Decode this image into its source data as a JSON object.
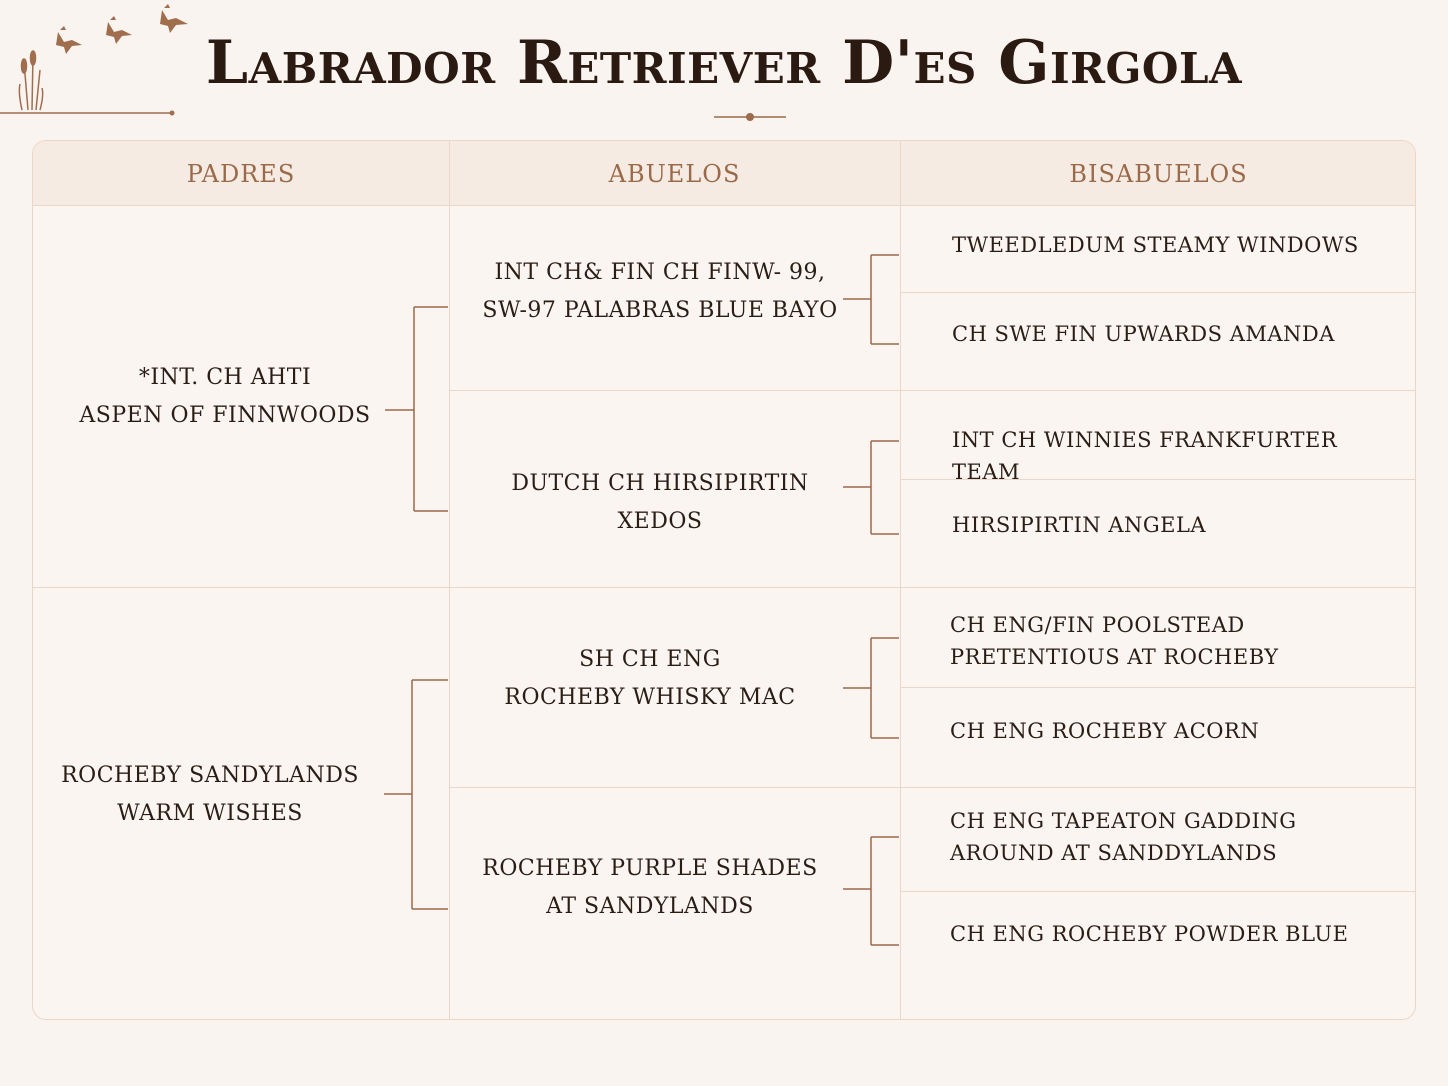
{
  "title": "Labrador Retriever D'es Girgola",
  "headers": {
    "padres": "PADRES",
    "abuelos": "ABUELOS",
    "bisabuelos": "BISABUELOS"
  },
  "padres": [
    {
      "name": "*INT. CH AHTI\nASPEN OF FINNWOODS"
    },
    {
      "name": "ROCHEBY SANDYLANDS\nWARM WISHES"
    }
  ],
  "abuelos": [
    {
      "name": "INT CH& FIN CH FINW- 99,\nSW-97 PALABRAS BLUE BAYO"
    },
    {
      "name": "DUTCH CH HIRSIPIRTIN XEDOS"
    },
    {
      "name": "SH CH ENG\nROCHEBY WHISKY MAC"
    },
    {
      "name": "ROCHEBY PURPLE SHADES\nAT SANDYLANDS"
    }
  ],
  "bisabuelos": [
    {
      "name": "TWEEDLEDUM STEAMY WINDOWS"
    },
    {
      "name": "CH SWE FIN UPWARDS AMANDA"
    },
    {
      "name": "INT CH WINNIES FRANKFURTER TEAM"
    },
    {
      "name": "HIRSIPIRTIN ANGELA"
    },
    {
      "name": "CH ENG/FIN POOLSTEAD\nPRETENTIOUS AT ROCHEBY"
    },
    {
      "name": "CH ENG ROCHEBY ACORN"
    },
    {
      "name": "CH ENG TAPEATON GADDING\nAROUND AT SANDDYLANDS"
    },
    {
      "name": "CH ENG ROCHEBY POWDER BLUE"
    }
  ],
  "colors": {
    "background": "#f9f4f0",
    "header_bg": "#f6ebe2",
    "border": "#ead7c8",
    "header_text": "#9a6a4a",
    "connector": "#9c6a4c",
    "title": "#2a1a12"
  },
  "icons": [
    "flying-geese-icon",
    "reeds-icon"
  ]
}
